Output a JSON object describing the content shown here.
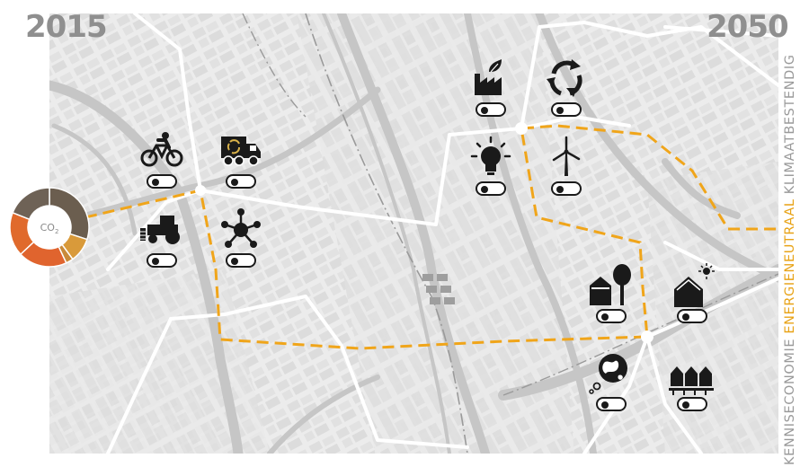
{
  "header": {
    "year_start": "2015",
    "year_end": "2050"
  },
  "side_label": {
    "part1": "KENNISECONOMIE",
    "part2": "ENERGIENEUTRAAL",
    "part3": "KLIMAATBESTENDIG"
  },
  "co2_gauge": {
    "label": "CO",
    "subscript": "2",
    "segments": [
      {
        "color": "#6b5e4f",
        "value": 30
      },
      {
        "color": "#d99a3a",
        "value": 10
      },
      {
        "color": "#c98a3a",
        "value": 3
      },
      {
        "color": "#e0642e",
        "value": 20
      },
      {
        "color": "#e06a2c",
        "value": 18
      },
      {
        "color": "#6e6256",
        "value": 19
      }
    ]
  },
  "colors": {
    "route": "#f0a51a",
    "map_bg": "#ececec",
    "block": "#dcdcdc",
    "road": "#ffffff",
    "icon": "#1a1a1a"
  },
  "tiles": [
    {
      "name": "bicycle",
      "icon": "bicycle-icon",
      "toggle": "off"
    },
    {
      "name": "recycling-truck",
      "icon": "recycling-truck-icon",
      "toggle": "off"
    },
    {
      "name": "tractor",
      "icon": "tractor-icon",
      "toggle": "off"
    },
    {
      "name": "network",
      "icon": "network-icon",
      "toggle": "off"
    },
    {
      "name": "green-factory",
      "icon": "green-factory-icon",
      "toggle": "off"
    },
    {
      "name": "recycle",
      "icon": "recycle-arrows-icon",
      "toggle": "off"
    },
    {
      "name": "lightbulb",
      "icon": "lightbulb-icon",
      "toggle": "off"
    },
    {
      "name": "wind-turbine",
      "icon": "wind-turbine-icon",
      "toggle": "off"
    },
    {
      "name": "houses-tree",
      "icon": "houses-tree-icon",
      "toggle": "off"
    },
    {
      "name": "solar-house",
      "icon": "solar-house-icon",
      "toggle": "off"
    },
    {
      "name": "earth-thought",
      "icon": "earth-thought-icon",
      "toggle": "off"
    },
    {
      "name": "row-houses",
      "icon": "row-houses-icon",
      "toggle": "off"
    }
  ]
}
